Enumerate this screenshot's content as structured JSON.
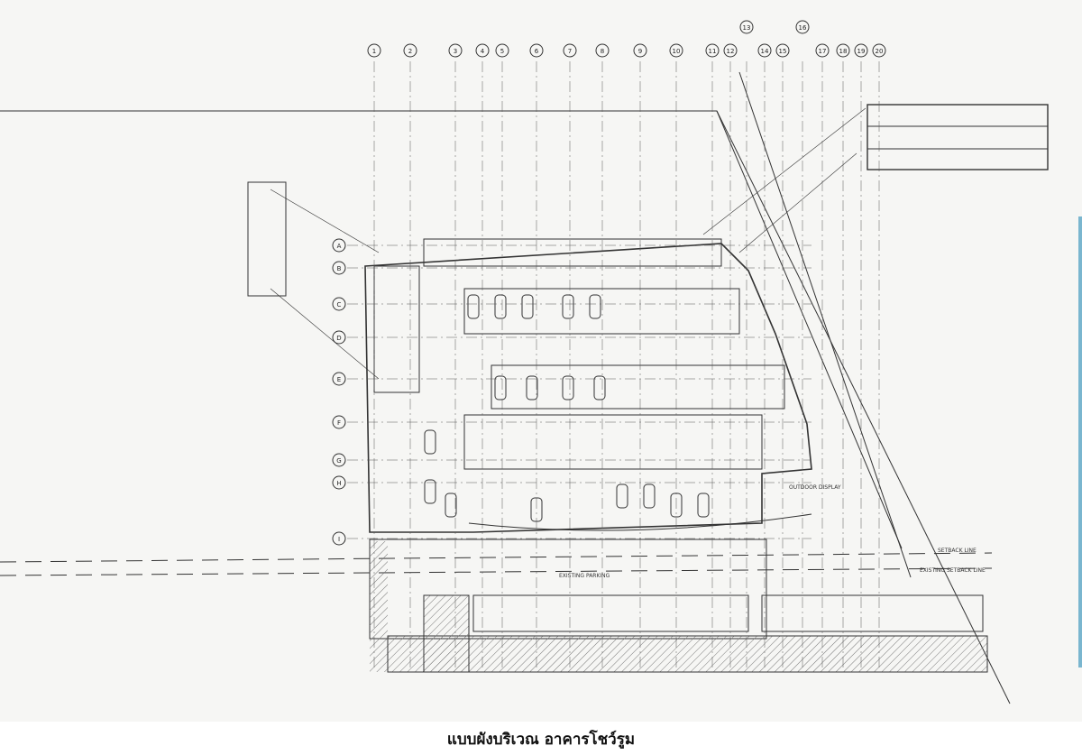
{
  "caption": "แบบผังบริเวณ อาคารโชว์รูม",
  "grid": {
    "columns": [
      "1",
      "2",
      "3",
      "4",
      "5",
      "6",
      "7",
      "8",
      "9",
      "10",
      "11",
      "12",
      "13",
      "14",
      "15",
      "16",
      "17",
      "18",
      "19",
      "20"
    ],
    "rows": [
      "A",
      "B",
      "C",
      "D",
      "E",
      "F",
      "G",
      "H",
      "I"
    ]
  },
  "labels": {
    "setback": "SETBACK LINE",
    "existing_setback": "EXISTING SETBACK LINE",
    "existing_parking": "EXISTING PARKING",
    "outdoor_display": "OUTDOOR DISPLAY"
  },
  "colors": {
    "line": "#333333",
    "paper": "#f6f6f4",
    "hatch": "#888888"
  }
}
